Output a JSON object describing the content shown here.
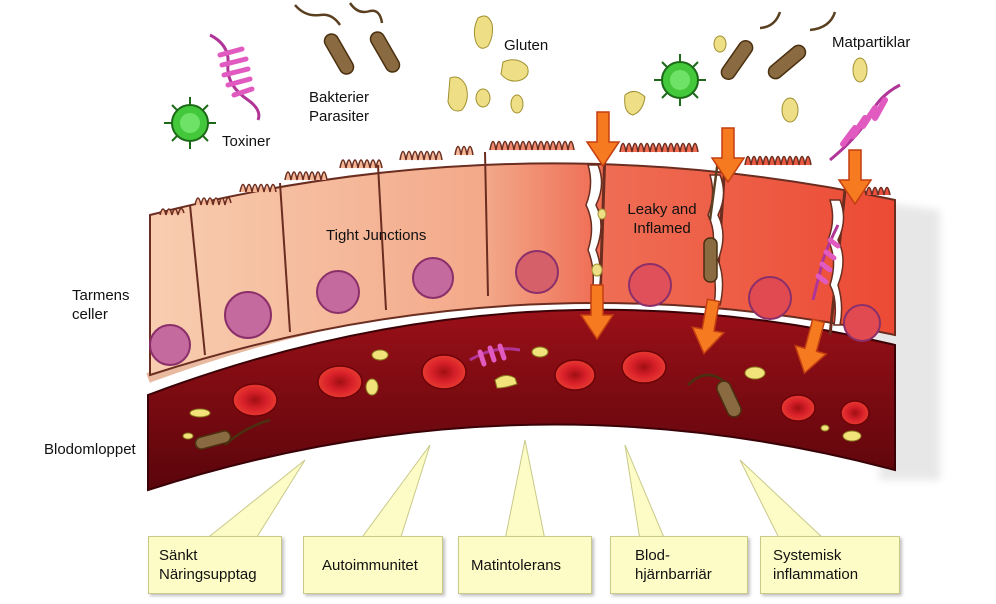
{
  "labels": {
    "toxins": "Toxiner",
    "bacteria": "Bakterier",
    "parasites": "Parasiter",
    "gluten": "Gluten",
    "food_particles": "Matpartiklar",
    "tight_junctions": "Tight Junctions",
    "leaky_line1": "Leaky and",
    "leaky_line2": "Inflamed",
    "gut_cells_line1": "Tarmens",
    "gut_cells_line2": "celler",
    "bloodstream": "Blodomloppet"
  },
  "consequences": [
    {
      "line1": "Sänkt",
      "line2": "Näringsupptag"
    },
    {
      "line1": "Autoimmunitet",
      "line2": ""
    },
    {
      "line1": "Matintolerans",
      "line2": ""
    },
    {
      "line1": "Blod-",
      "line2": "hjärnbarriär"
    },
    {
      "line1": "Systemisk",
      "line2": "inflammation"
    }
  ],
  "colors": {
    "healthy_cell": "#f6c1a0",
    "inflamed_cell": "#ee5a40",
    "nucleus": "#c26aa0",
    "blood_vessel": "#7d0a12",
    "red_blood_cell": "#d81e22",
    "gluten": "#efe08a",
    "virus": "#3fc43a",
    "parasite": "#c03aa0",
    "bacteria": "#7a5a30",
    "arrow": "#f57a20",
    "callout": "#fdfcc6"
  }
}
